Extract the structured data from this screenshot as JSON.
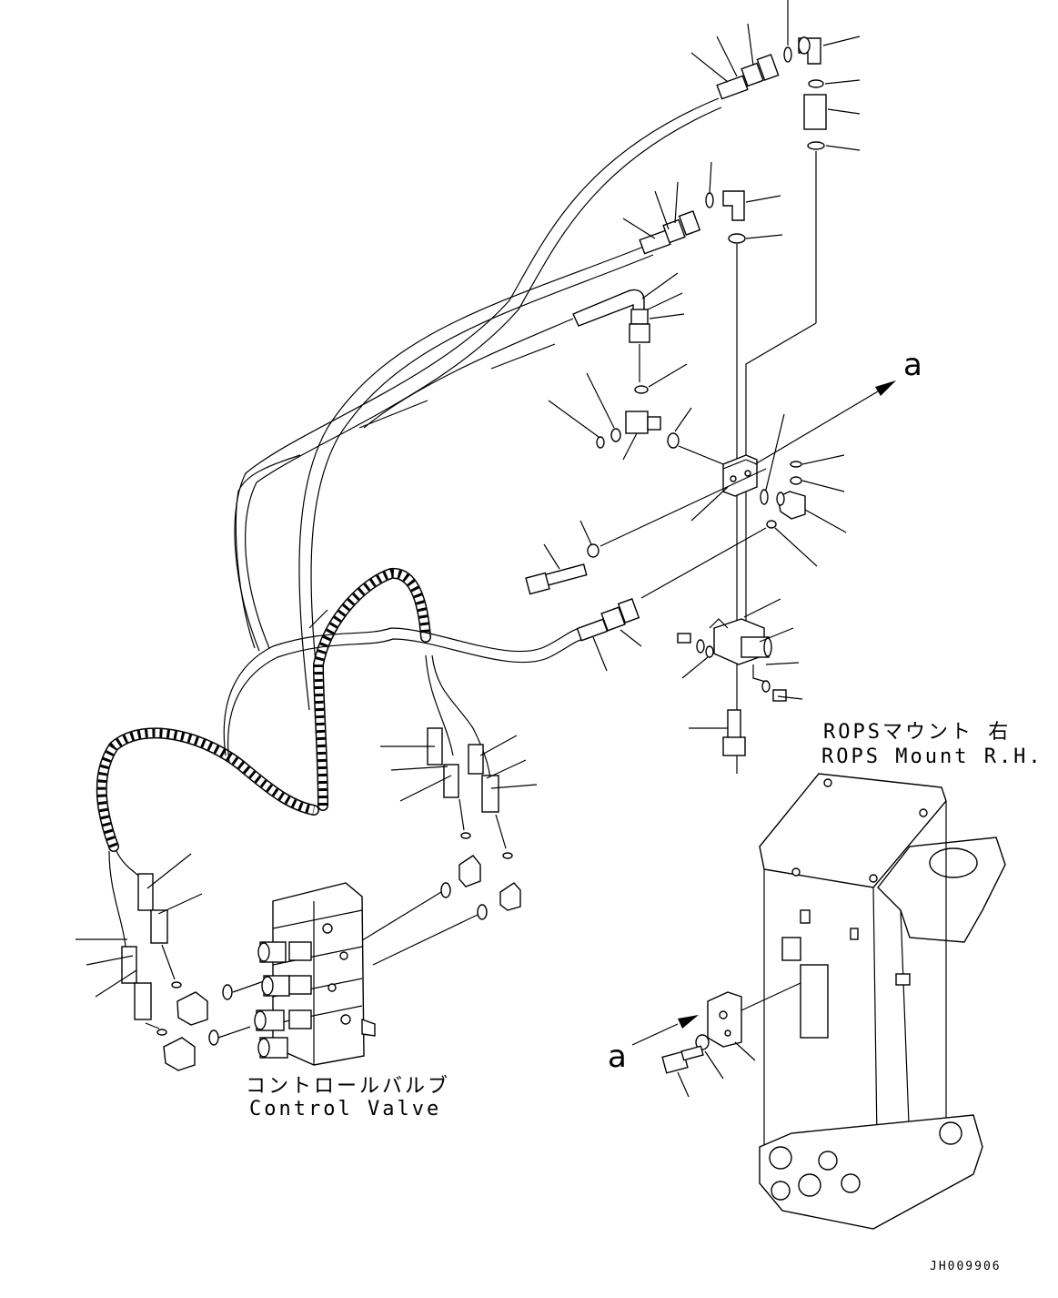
{
  "labels": {
    "control_valve_jp": "コントロールバルブ",
    "control_valve_en": "Control Valve",
    "rops_mount_jp": "ROPSマウント 右",
    "rops_mount_en": "ROPS Mount R.H.",
    "view_marker_top": "a",
    "view_marker_bottom": "a",
    "drawing_id": "JH009906"
  }
}
